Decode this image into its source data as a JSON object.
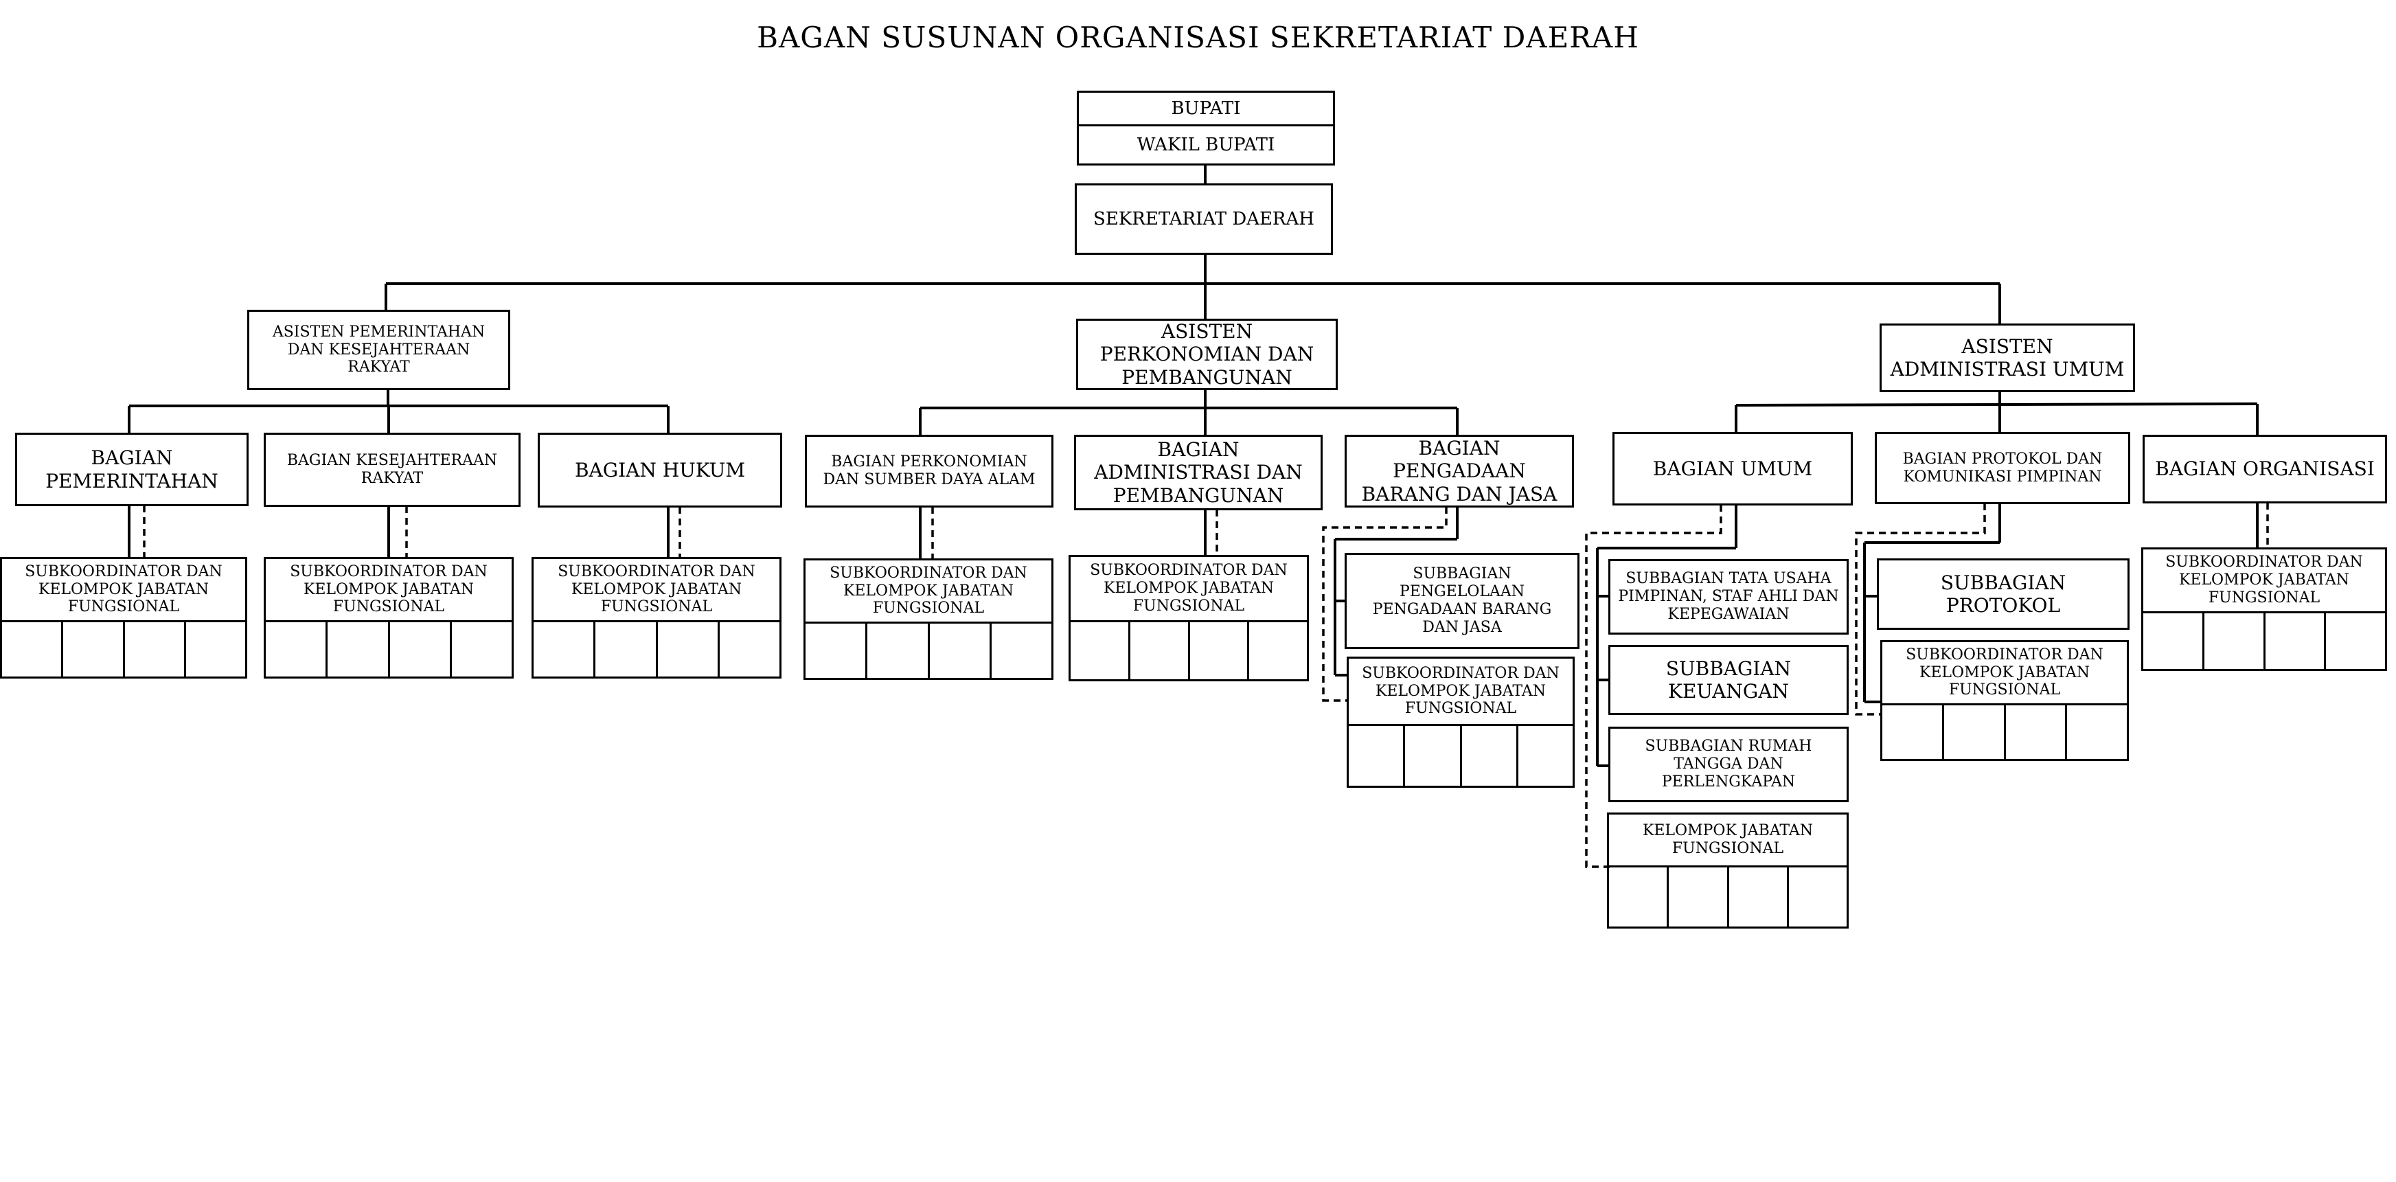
{
  "title": "BAGAN SUSUNAN ORGANISASI SEKRETARIAT DAERAH",
  "top": {
    "bupati": "BUPATI",
    "wakil_bupati": "WAKIL BUPATI",
    "sekda": "SEKRETARIAT DAERAH"
  },
  "asisten": {
    "pemerintahan": "ASISTEN PEMERINTAHAN DAN KESEJAHTERAAN RAKYAT",
    "perekonomian": "ASISTEN PERKONOMIAN DAN PEMBANGUNAN",
    "administrasi": "ASISTEN ADMINISTRASI UMUM"
  },
  "bagian": {
    "pemerintahan": "BAGIAN PEMERINTAHAN",
    "kesra": "BAGIAN KESEJAHTERAAN RAKYAT",
    "hukum": "BAGIAN HUKUM",
    "perekonomian_sda": "BAGIAN PERKONOMIAN DAN SUMBER DAYA ALAM",
    "adm_pembangunan": "BAGIAN ADMINISTRASI DAN PEMBANGUNAN",
    "pengadaan": "BAGIAN PENGADAAN BARANG DAN JASA",
    "umum": "BAGIAN UMUM",
    "protokol": "BAGIAN PROTOKOL DAN KOMUNIKASI PIMPINAN",
    "organisasi": "BAGIAN ORGANISASI"
  },
  "sub": {
    "subkoordinator": "SUBKOORDINATOR DAN KELOMPOK JABATAN FUNGSIONAL",
    "pengelolaan_pbj": "SUBBAGIAN PENGELOLAAN PENGADAAN BARANG DAN JASA",
    "tata_usaha": "SUBBAGIAN TATA USAHA PIMPINAN, STAF AHLI DAN KEPEGAWAIAN",
    "keuangan": "SUBBAGIAN KEUANGAN",
    "rumah_tangga": "SUBBAGIAN RUMAH TANGGA DAN PERLENGKAPAN",
    "kelompok_jf": "KELOMPOK JABATAN FUNGSIONAL",
    "protokol": "SUBBAGIAN PROTOKOL"
  }
}
